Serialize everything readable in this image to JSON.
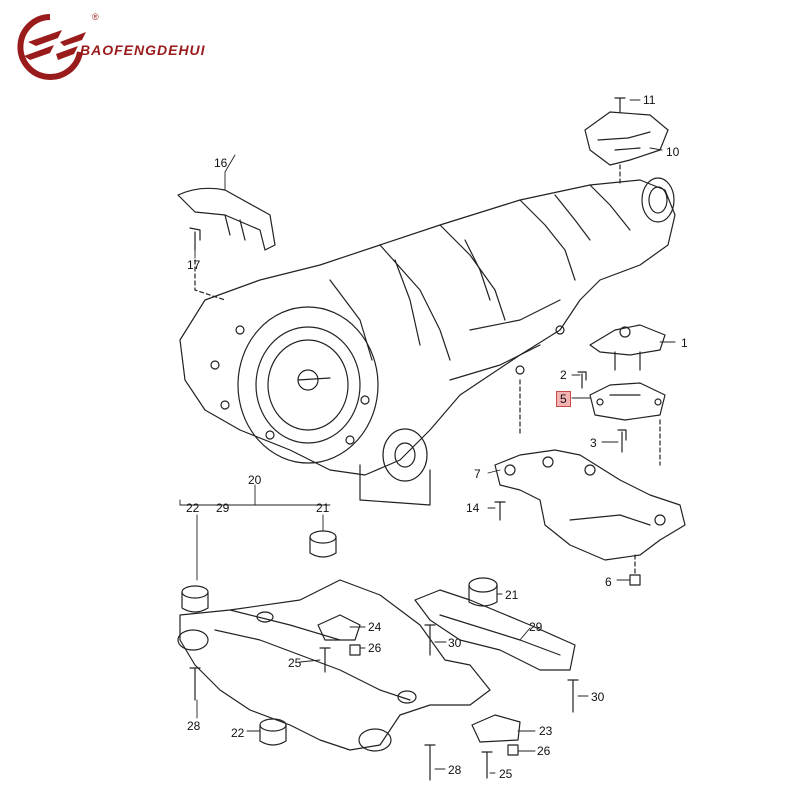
{
  "brand": {
    "name": "BAOFENGDEHUI",
    "registered_mark": "®",
    "color": "#9a1b1b"
  },
  "diagram": {
    "highlight_color": "#f3b3b3",
    "callouts": {
      "c1": "1",
      "c2": "2",
      "c3": "3",
      "c5": "5",
      "c6": "6",
      "c7": "7",
      "c10": "10",
      "c11": "11",
      "c14": "14",
      "c16": "16",
      "c17": "17",
      "c20": "20",
      "c21a": "21",
      "c21b": "21",
      "c22a": "22",
      "c22b": "22",
      "c23": "23",
      "c24": "24",
      "c25a": "25",
      "c25b": "25",
      "c26a": "26",
      "c26b": "26",
      "c28a": "28",
      "c28b": "28",
      "c29a": "29",
      "c29b": "29",
      "c30a": "30",
      "c30b": "30"
    }
  }
}
